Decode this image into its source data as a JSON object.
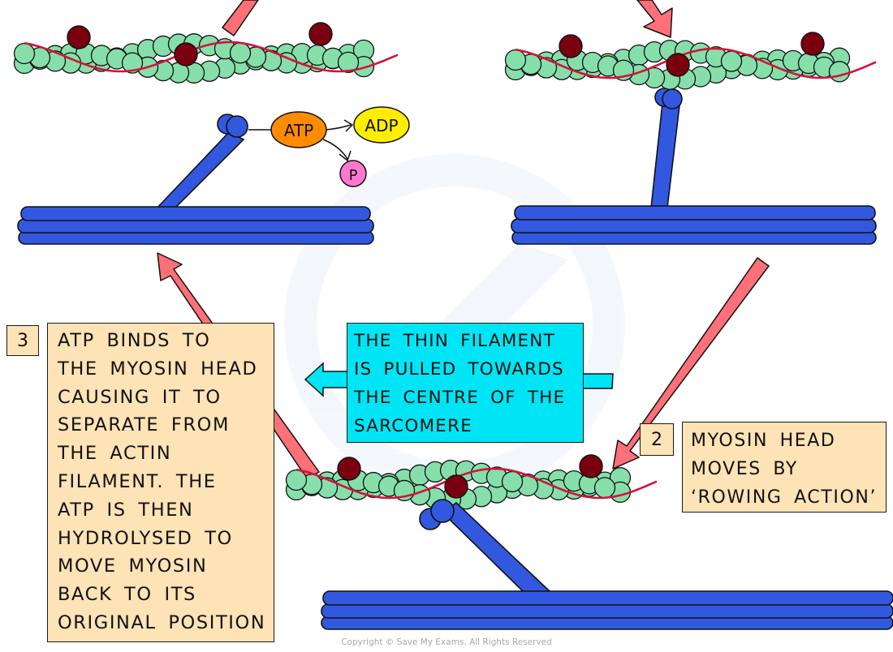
{
  "diagram": {
    "title_hidden": "",
    "molecules": {
      "atp": "ATP",
      "adp": "ADP",
      "phosphate": "P"
    },
    "center_caption": {
      "lines": [
        "THE THIN FILAMENT",
        "IS PULLED TOWARDS",
        "THE CENTRE OF THE",
        "SARCOMERE"
      ]
    },
    "step2": {
      "number": "2",
      "lines": [
        "MYOSIN HEAD",
        "MOVES BY",
        "‘ROWING ACTION’"
      ]
    },
    "step3": {
      "number": "3",
      "lines": [
        "ATP BINDS TO",
        "THE MYOSIN HEAD",
        "CAUSING IT TO",
        "SEPARATE FROM",
        "THE ACTIN",
        "FILAMENT. THE",
        "ATP IS THEN",
        "HYDROLYSED TO",
        "MOVE MYOSIN",
        "BACK TO ITS",
        "ORIGINAL POSITION"
      ]
    },
    "copyright": "Copyright © Save My Exams. All Rights Reserved",
    "colors": {
      "actin_bead": "#86dfaa",
      "tropomyosin": "#d4123a",
      "troponin": "#7a0010",
      "myosin": "#3358e0",
      "cycle_arrow": "#ff7078",
      "atp": "#ff8c00",
      "adp": "#ffee00",
      "phosphate": "#ff78d0",
      "label_tan": "#fde3b6",
      "label_cyan": "#00e5f5"
    }
  }
}
